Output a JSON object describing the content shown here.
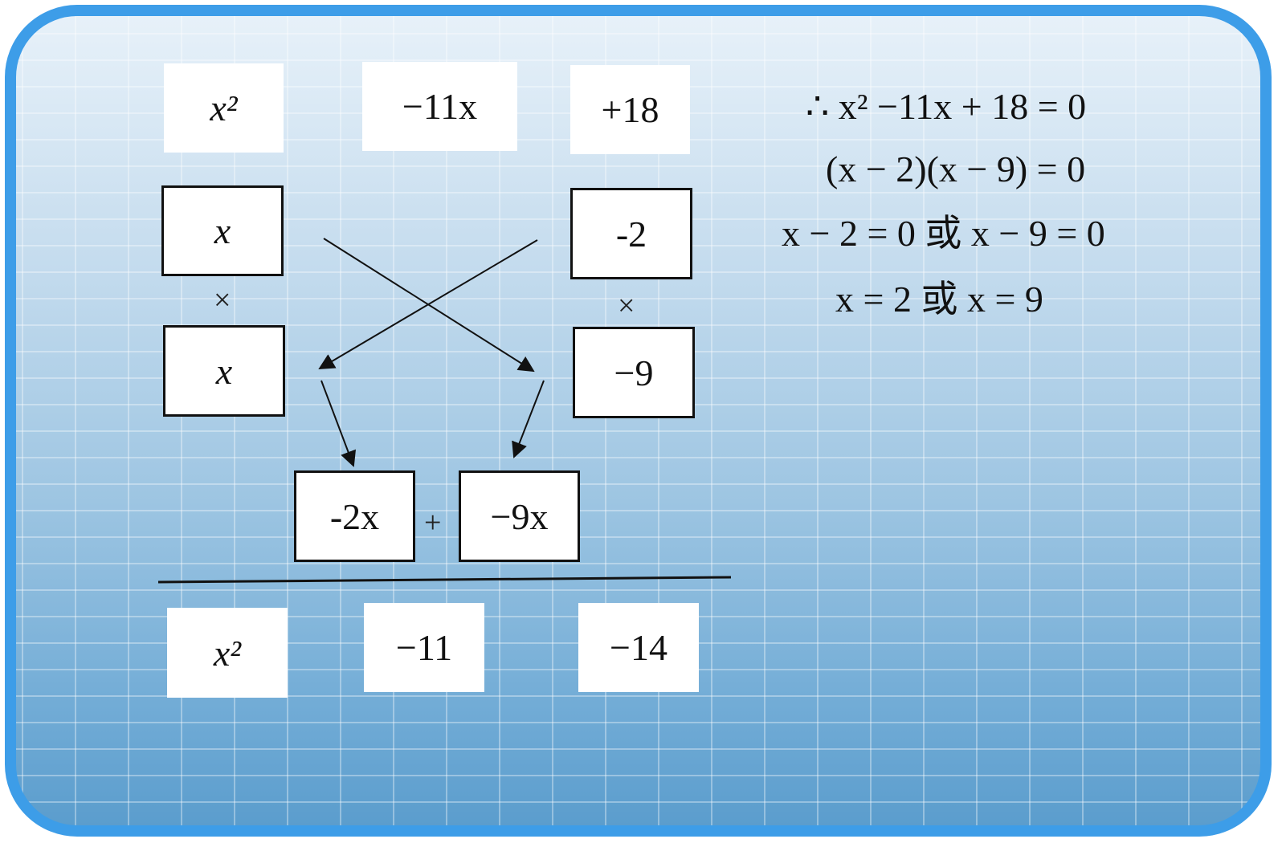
{
  "top_row": {
    "t1": "x²",
    "t2": "−11x",
    "t3": "+18"
  },
  "factors": {
    "left_top": "x",
    "left_bottom": "x",
    "right_top": "-2",
    "right_bottom": "−9",
    "times": "×"
  },
  "cross_products": {
    "left": "-2x",
    "plus": "+",
    "right": "−9x"
  },
  "bottom_row": {
    "b1": "x²",
    "b2": "−11",
    "b3": "−14"
  },
  "solution_steps": [
    "∴ x² −11x + 18 = 0",
    "(x − 2)(x − 9) = 0",
    "x − 2 = 0 或 x − 9 = 0",
    "x = 2 或 x = 9"
  ],
  "colors": {
    "frame": "#3d9de8",
    "background_top": "#e7f1f9",
    "background_bottom": "#5b9dcd"
  }
}
